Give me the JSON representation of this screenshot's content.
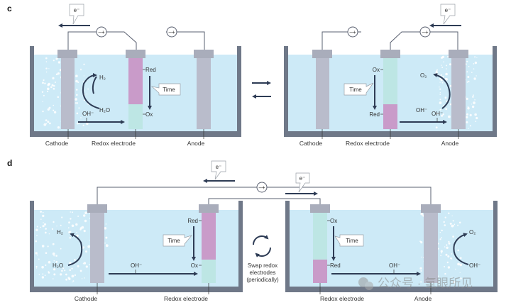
{
  "panels": {
    "c": {
      "label": "c",
      "left_cell": {
        "cathode": "Cathode",
        "redox": "Redox electrode",
        "anode": "Anode",
        "electron": "e⁻",
        "h2": "H₂",
        "h2o": "H₂O",
        "oh": "OH⁻",
        "red": "Red",
        "ox": "Ox",
        "time": "Time"
      },
      "right_cell": {
        "cathode": "Cathode",
        "redox": "Redox electrode",
        "anode": "Anode",
        "electron": "e⁻",
        "o2": "O₂",
        "oh_a": "OH⁻",
        "oh_b": "OH⁻",
        "red": "Red",
        "ox": "Ox",
        "time": "Time"
      }
    },
    "d": {
      "label": "d",
      "electron_left": "e⁻",
      "electron_right": "e⁻",
      "swap_lines": [
        "Swap redox",
        "electrodes",
        "(periodically)"
      ],
      "left_cell": {
        "cathode": "Cathode",
        "redox": "Redox electrode",
        "h2": "H₂",
        "h2o": "H₂O",
        "oh": "OH⁻",
        "red": "Red",
        "ox": "Ox",
        "time": "Time"
      },
      "right_cell": {
        "redox": "Redox electrode",
        "anode": "Anode",
        "o2": "O₂",
        "oh_a": "OH⁻",
        "oh_b": "OH⁻",
        "red": "Red",
        "ox": "Ox",
        "time": "Time"
      }
    }
  },
  "watermark": "公众号 · 氢眼所见",
  "colors": {
    "reduced": "#c99bc9",
    "oxidized": "#bde6e4",
    "electrolyte": "#cdeaf7",
    "arrow": "#2e3c55",
    "tank": "#6f7888"
  }
}
